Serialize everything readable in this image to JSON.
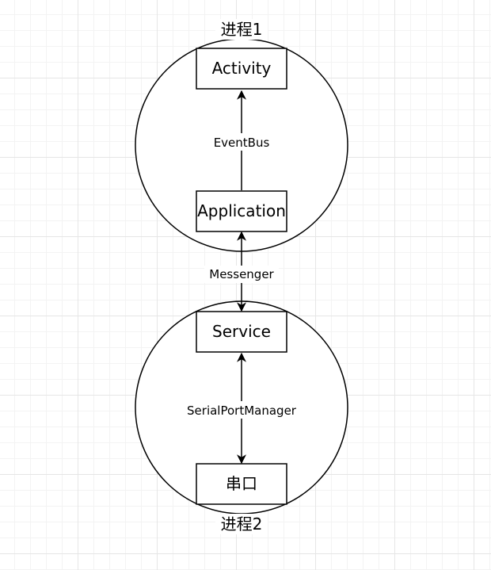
{
  "processes": [
    {
      "id": "proc1",
      "label": "进程1"
    },
    {
      "id": "proc2",
      "label": "进程2"
    }
  ],
  "nodes": {
    "activity": "Activity",
    "application": "Application",
    "service": "Service",
    "serial_port": "串口"
  },
  "edges": {
    "eventbus": "EventBus",
    "messenger": "Messenger",
    "serial_port_manager": "SerialPortManager"
  },
  "colors": {
    "stroke": "#000000",
    "fill": "#ffffff"
  }
}
